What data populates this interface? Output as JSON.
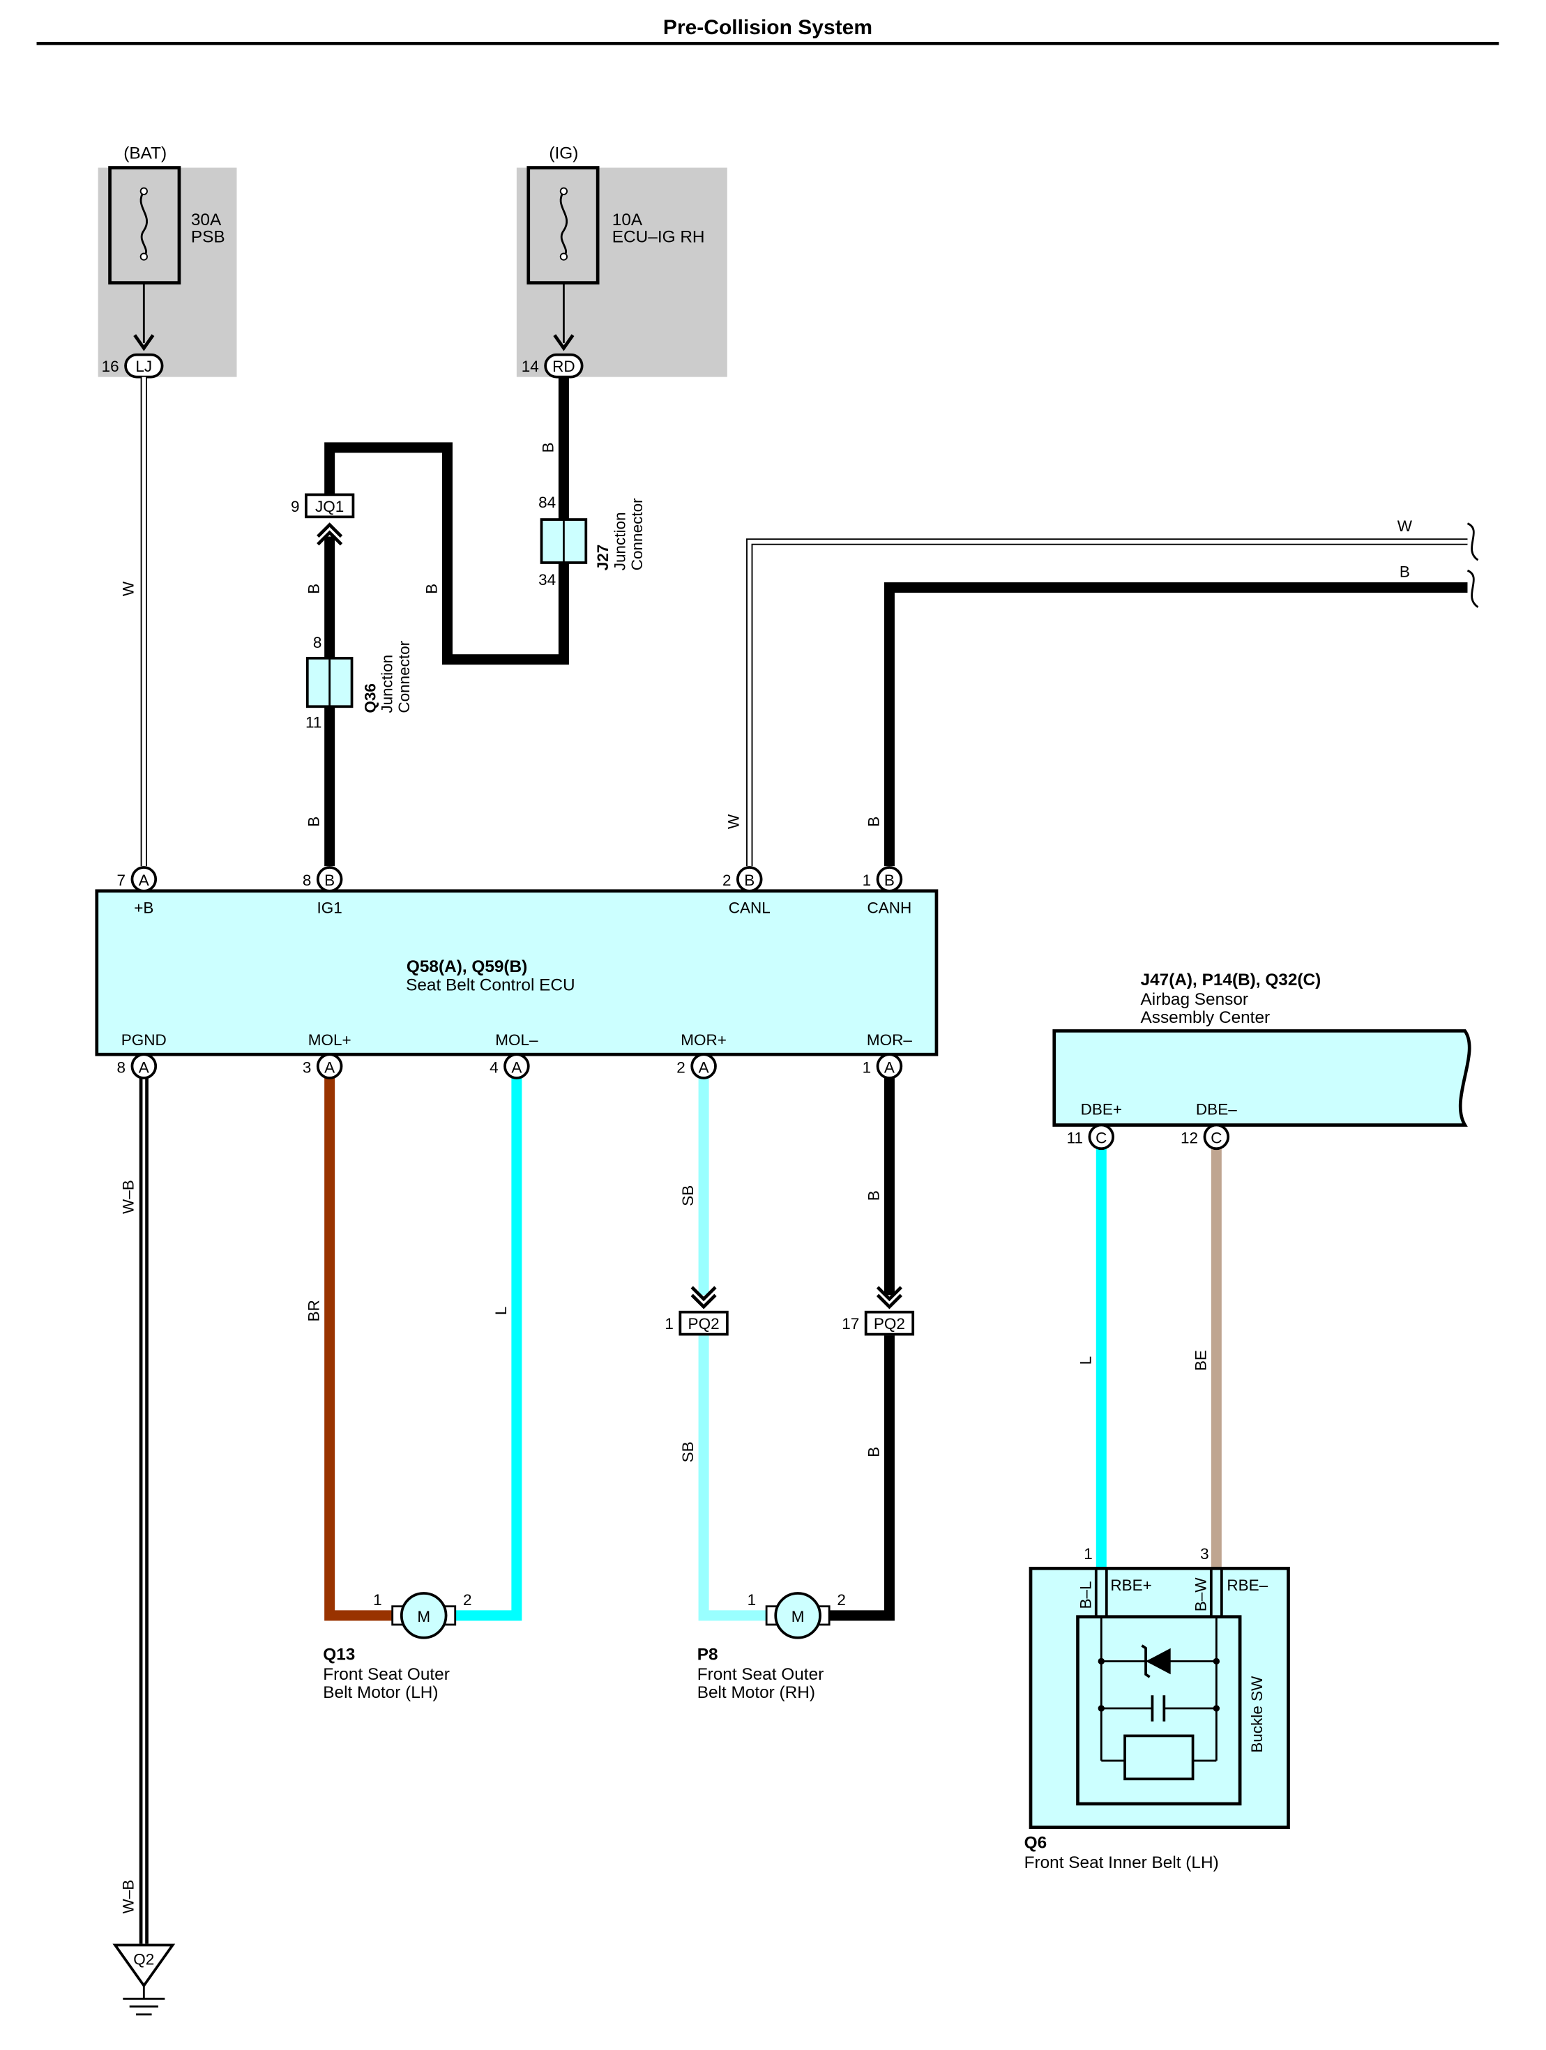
{
  "title": "Pre-Collision System",
  "colors": {
    "ecu_fill": "#ccffff",
    "gray_box": "#cccccc",
    "wire_black": "#000000",
    "wire_white": "#ffffff",
    "wire_brown": "#993300",
    "wire_blue": "#00ffff",
    "wire_skyblue": "#99ffff",
    "wire_beige": "#bfa590"
  },
  "fuse_bat": {
    "supply": "(BAT)",
    "rating": "30A",
    "name": "PSB",
    "pin": "16",
    "conn": "LJ"
  },
  "fuse_ig": {
    "supply": "(IG)",
    "rating": "10A",
    "name": "ECU–IG RH",
    "pin": "14",
    "conn": "RD"
  },
  "jq1": {
    "pin": "9",
    "conn": "JQ1"
  },
  "q36": {
    "code": "Q36",
    "desc1": "Junction",
    "desc2": "Connector",
    "pin_top": "8",
    "pin_bottom": "11"
  },
  "j27": {
    "code": "J27",
    "desc1": "Junction",
    "desc2": "Connector",
    "pin_top": "84",
    "pin_bottom": "34"
  },
  "wire_labels": {
    "bat_w": "W",
    "ig_top_b": "B",
    "jq1_b": "B",
    "loop_b": "B",
    "ig1_b": "B",
    "canl_w": "W",
    "canh_b": "B",
    "bus_w": "W",
    "bus_b": "B",
    "pgnd_wb": "W–B",
    "pgnd_wb2": "W–B",
    "mol_plus_br": "BR",
    "mol_minus_l": "L",
    "mor_plus_sb": "SB",
    "mor_plus_sb2": "SB",
    "mor_minus_b": "B",
    "mor_minus_b2": "B",
    "dbe_plus_l": "L",
    "dbe_minus_be": "BE",
    "rbe_plus_bl": "B–L",
    "rbe_minus_bw": "B–W"
  },
  "ecu": {
    "code": "Q58(A), Q59(B)",
    "name": "Seat Belt Control ECU",
    "top_pins": [
      {
        "num": "7",
        "conn": "A",
        "label": "+B"
      },
      {
        "num": "8",
        "conn": "B",
        "label": "IG1"
      },
      {
        "num": "2",
        "conn": "B",
        "label": "CANL"
      },
      {
        "num": "1",
        "conn": "B",
        "label": "CANH"
      }
    ],
    "bottom_pins": [
      {
        "num": "8",
        "conn": "A",
        "label": "PGND"
      },
      {
        "num": "3",
        "conn": "A",
        "label": "MOL+"
      },
      {
        "num": "4",
        "conn": "A",
        "label": "MOL–"
      },
      {
        "num": "2",
        "conn": "A",
        "label": "MOR+"
      },
      {
        "num": "1",
        "conn": "A",
        "label": "MOR–"
      }
    ]
  },
  "airbag": {
    "code": "J47(A), P14(B), Q32(C)",
    "name1": "Airbag Sensor",
    "name2": "Assembly Center",
    "pins": [
      {
        "num": "11",
        "conn": "C",
        "label": "DBE+"
      },
      {
        "num": "12",
        "conn": "C",
        "label": "DBE–"
      }
    ]
  },
  "pq2": [
    {
      "num": "1",
      "conn": "PQ2"
    },
    {
      "num": "17",
      "conn": "PQ2"
    }
  ],
  "motor_lh": {
    "code": "Q13",
    "name1": "Front Seat Outer",
    "name2": "Belt Motor (LH)",
    "symbol": "M",
    "pin1": "1",
    "pin2": "2"
  },
  "motor_rh": {
    "code": "P8",
    "name1": "Front Seat Outer",
    "name2": "Belt Motor (RH)",
    "symbol": "M",
    "pin1": "1",
    "pin2": "2"
  },
  "buckle": {
    "code": "Q6",
    "name": "Front Seat Inner Belt (LH)",
    "sw_label": "Buckle SW",
    "pin1": "1",
    "pin3": "3",
    "rbe_plus": "RBE+",
    "rbe_minus": "RBE–"
  },
  "ground": {
    "conn": "Q2"
  }
}
